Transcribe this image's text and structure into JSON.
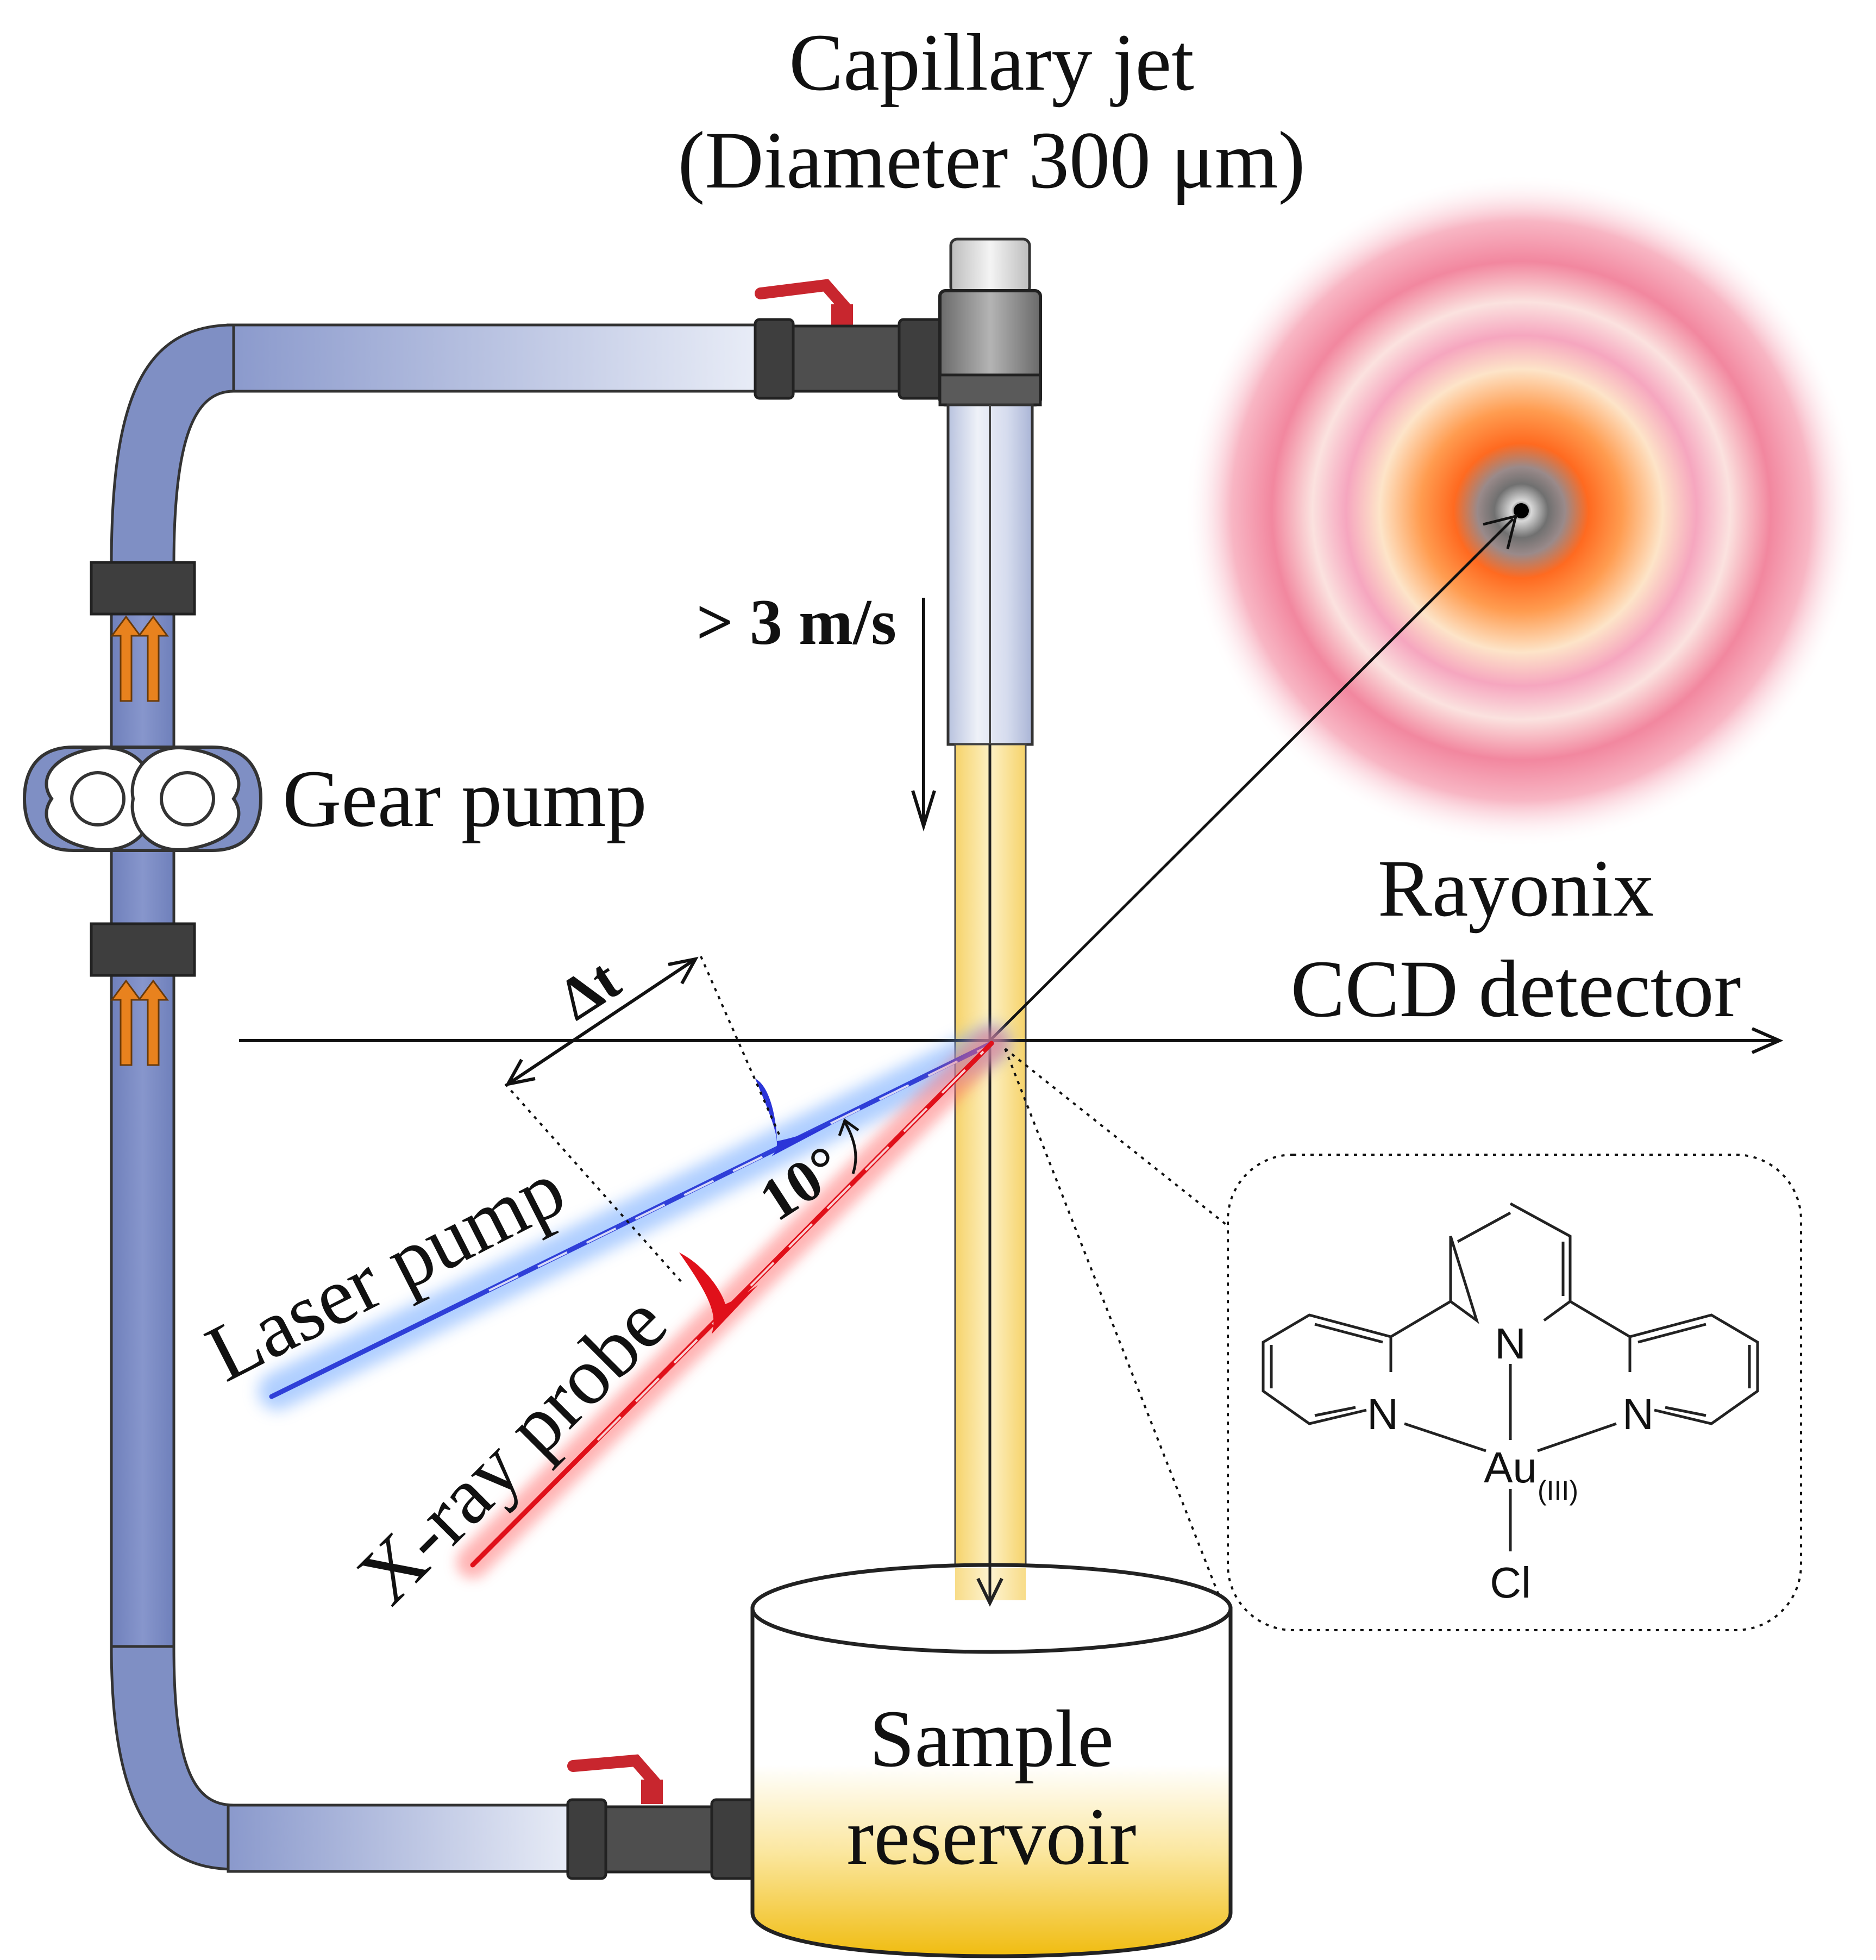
{
  "labels": {
    "capillary_title": "Capillary jet",
    "capillary_diameter": "(Diameter 300 μm)",
    "velocity": "> 3 m/s",
    "gear_pump": "Gear pump",
    "detector_line1": "Rayonix",
    "detector_line2": "CCD detector",
    "delta_t": "Δt",
    "angle": "10°",
    "laser_pump": "Laser pump",
    "xray_probe": "X-ray probe",
    "reservoir_line1": "Sample",
    "reservoir_line2": "reservoir"
  },
  "molecule": {
    "n_left": "N",
    "n_center": "N",
    "n_right": "N",
    "metal": "Au",
    "oxidation": "(III)",
    "ligand": "Cl"
  },
  "colors": {
    "tube": "#7f8fc4",
    "tube_light": "#e8ecf6",
    "valve_body": "#4a4a4a",
    "valve_handle": "#c8262e",
    "jet_liquid": "#fbe39a",
    "reservoir_liquid": "#f2c012",
    "laser": "#2f3fd8",
    "xray": "#e0101a",
    "flow_arrow": "#e8821e",
    "detector_center": "#ff8a20",
    "detector_ring": "#f08aa8"
  }
}
